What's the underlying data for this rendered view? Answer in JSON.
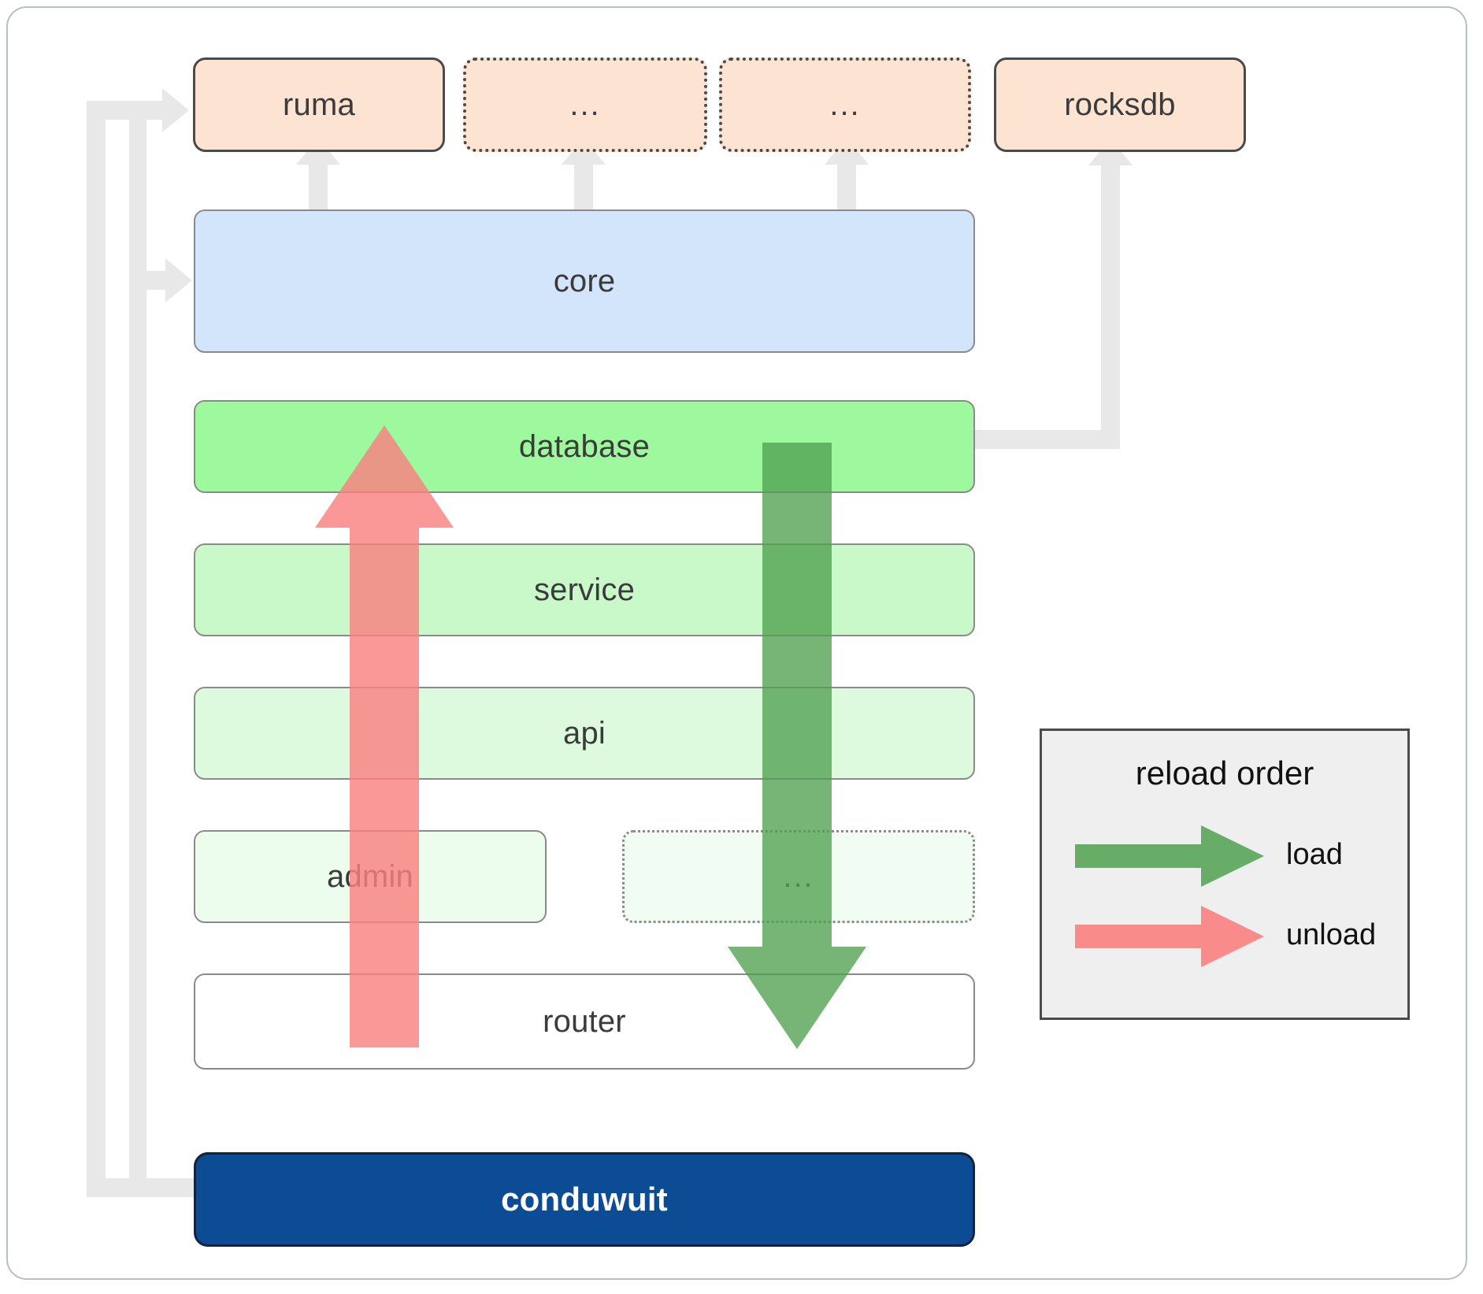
{
  "diagram": {
    "title": "conduwuit crate dependency / reload order",
    "dependencies": [
      {
        "id": "ruma",
        "label": "ruma",
        "style": "solid",
        "fill": "#fde3d2"
      },
      {
        "id": "dep2",
        "label": "...",
        "style": "dotted",
        "fill": "#fde3d2"
      },
      {
        "id": "dep3",
        "label": "...",
        "style": "dotted",
        "fill": "#fde3d2"
      },
      {
        "id": "rocksdb",
        "label": "rocksdb",
        "style": "solid",
        "fill": "#fde3d2"
      }
    ],
    "layers": [
      {
        "id": "core",
        "label": "core",
        "style": "solid",
        "fill": "#d3e5fb"
      },
      {
        "id": "database",
        "label": "database",
        "style": "solid",
        "fill": "#9ef99e"
      },
      {
        "id": "service",
        "label": "service",
        "style": "solid",
        "fill": "#c9f9c9"
      },
      {
        "id": "api",
        "label": "api",
        "style": "solid",
        "fill": "#ddfade"
      },
      {
        "id": "admin",
        "label": "admin",
        "style": "solid",
        "fill": "#ecfdee"
      },
      {
        "id": "etc",
        "label": "...",
        "style": "dotted",
        "fill": "#f1fdf2"
      },
      {
        "id": "router",
        "label": "router",
        "style": "solid",
        "fill": "#ffffff"
      }
    ],
    "root": {
      "id": "conduwuit",
      "label": "conduwuit",
      "fill": "#0c4c94",
      "text_color": "#ffffff"
    },
    "legend": {
      "title": "reload order",
      "items": [
        {
          "id": "load",
          "label": "load",
          "color": "#4fa04f"
        },
        {
          "id": "unload",
          "label": "unload",
          "color": "#f98080"
        }
      ]
    },
    "arrows": {
      "load_color": "#4fa04f",
      "unload_color": "#f98080",
      "connector_color": "#e8e8e8"
    }
  }
}
